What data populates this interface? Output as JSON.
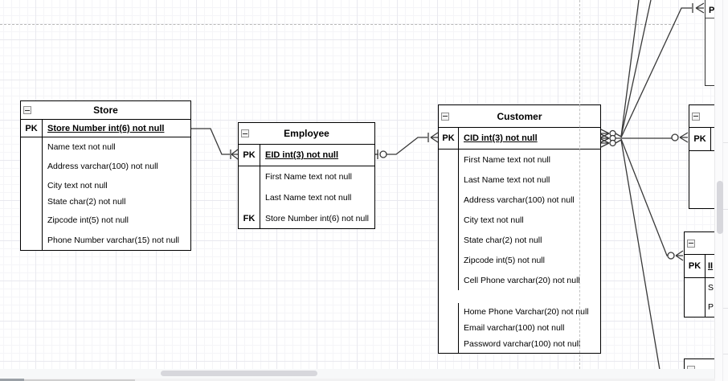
{
  "canvas": {
    "kind": "er-diagram-grid-canvas",
    "grid_minor_color": "#f5f5f8",
    "grid_major_color": "#e9e9ef",
    "page_guide_color": "#b9b9b9",
    "connector_color": "#383838",
    "table_border_color": "#000000",
    "scrollbar_thumb_color": "#d7d7dc"
  },
  "tables": {
    "store": {
      "title": "Store",
      "pk_key": "PK",
      "pk_attr": "Store Number int(6) not null",
      "attrs": [
        "Name text not null",
        "Address varchar(100) not null",
        "City text not null",
        "State char(2) not null",
        "Zipcode int(5) not null",
        "Phone Number varchar(15) not null"
      ]
    },
    "employee": {
      "title": "Employee",
      "pk_key": "PK",
      "pk_attr": "EID int(3) not null",
      "rows": [
        {
          "key": "",
          "text": "First Name text not null"
        },
        {
          "key": "",
          "text": "Last Name text not null"
        },
        {
          "key": "FK",
          "text": "Store Number int(6) not null"
        }
      ]
    },
    "customer": {
      "title": "Customer",
      "pk_key": "PK",
      "pk_attr": "CID int(3) not null",
      "attrs": [
        "First Name text not null",
        "Last Name text not null",
        "Address varchar(100) not null",
        "City text not null",
        "State char(2) not null",
        "Zipcode int(5) not null",
        "Cell Phone varchar(20) not null",
        "Home Phone Varchar(20) not null",
        "Email varchar(100) not null",
        "Password varchar(100) not null"
      ]
    },
    "partial_top_right": {
      "pk_key": "PK"
    },
    "partial_mid_right": {
      "pk_key": "PK"
    },
    "partial_lower_right": {
      "pk_key": "PK",
      "pk_attr": "II",
      "attrs": [
        "S",
        "P"
      ]
    }
  },
  "icons": {
    "collapse": "minus-square-icon"
  },
  "notation": {
    "store_employee": "one-to-many (crow's foot at Employee)",
    "employee_customer": "zero-or-one to one-or-many",
    "customer_right": "three zero-or-many anchors fanning to right-side tables"
  }
}
